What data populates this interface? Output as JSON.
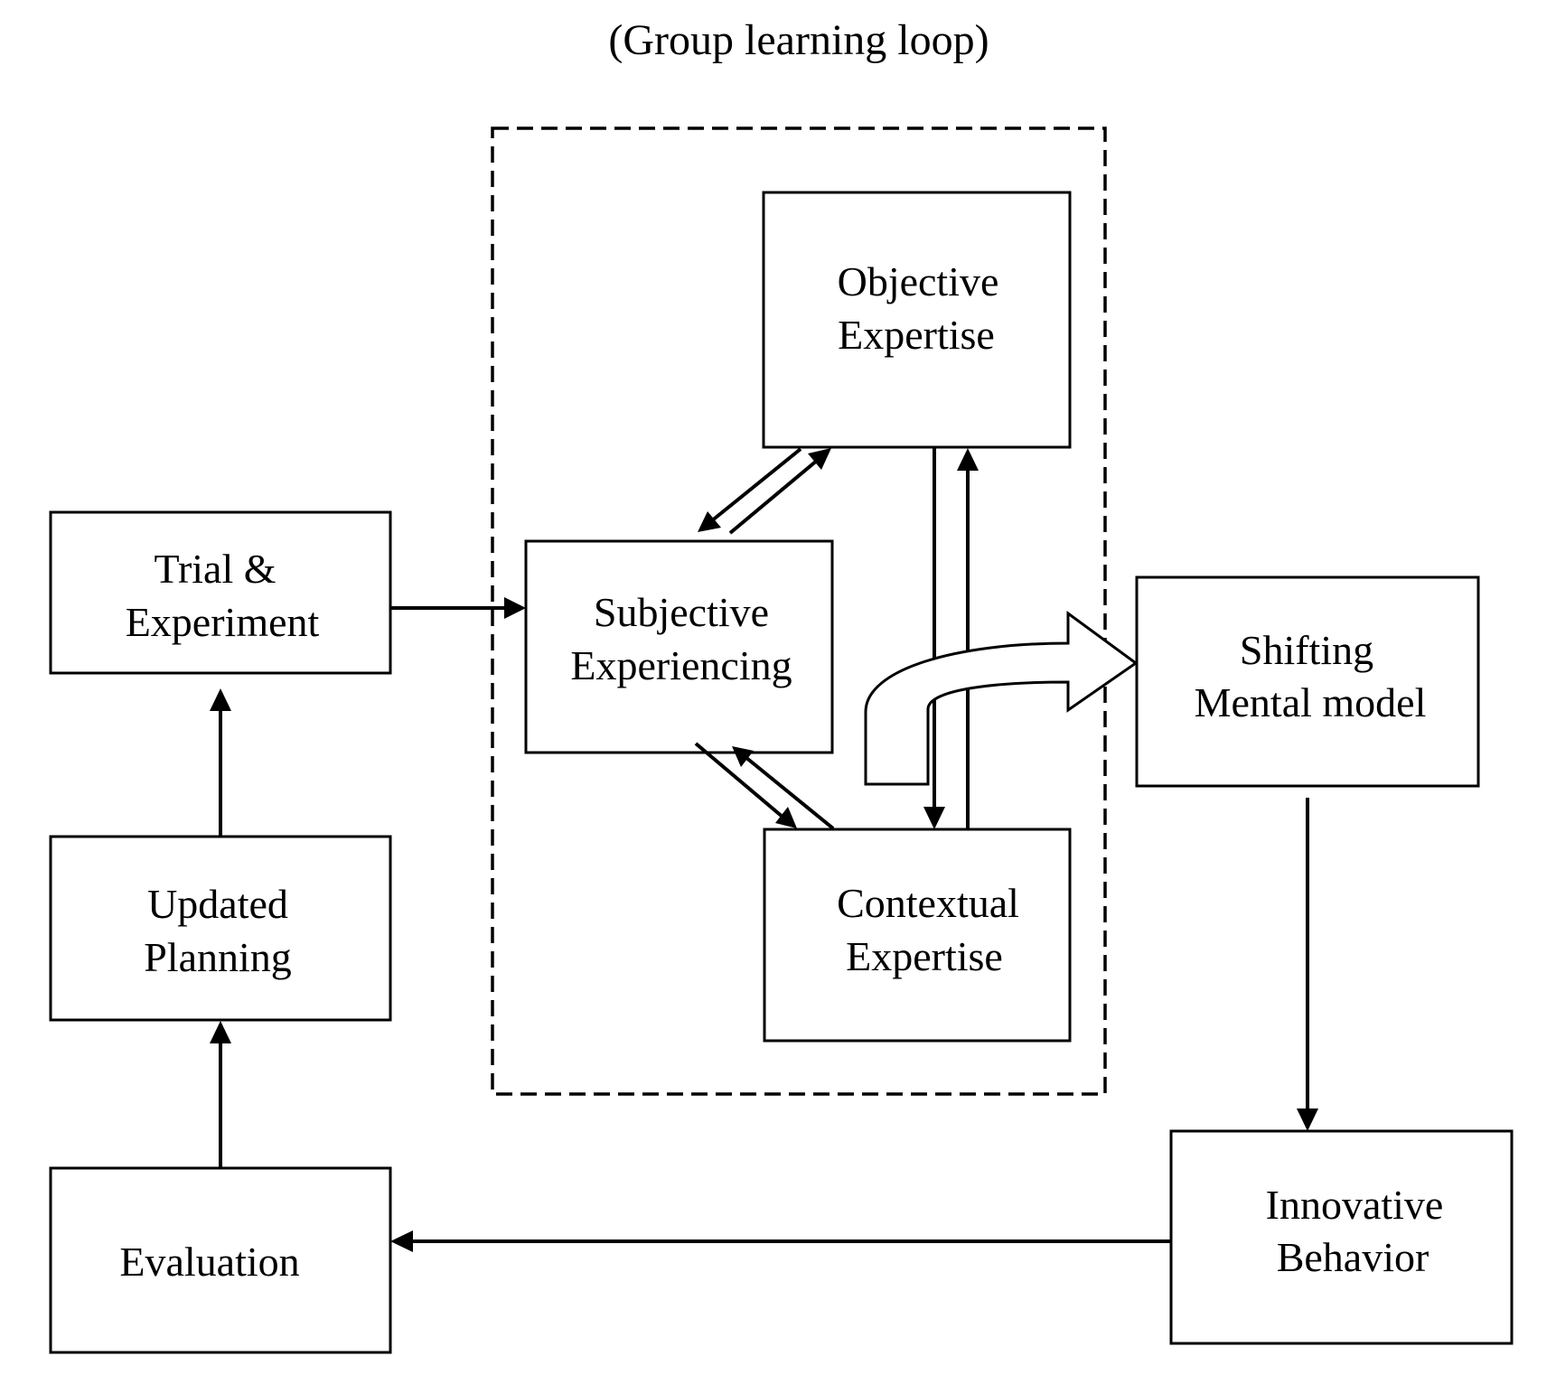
{
  "title": "(Group learning loop)",
  "nodes": {
    "trial": {
      "line1": "Trial &",
      "line2": "Experiment"
    },
    "updated": {
      "line1": "Updated",
      "line2": "Planning"
    },
    "evaluation": {
      "line1": "Evaluation"
    },
    "subjective": {
      "line1": "Subjective",
      "line2": "Experiencing"
    },
    "objective": {
      "line1": "Objective",
      "line2": "Expertise"
    },
    "contextual": {
      "line1": "Contextual",
      "line2": "Expertise"
    },
    "shifting": {
      "line1": "Shifting",
      "line2": "Mental model"
    },
    "innovative": {
      "line1": "Innovative",
      "line2": "Behavior"
    }
  },
  "edges": [
    {
      "from": "trial",
      "to": "subjective"
    },
    {
      "from": "subjective",
      "to": "objective"
    },
    {
      "from": "objective",
      "to": "subjective"
    },
    {
      "from": "subjective",
      "to": "contextual"
    },
    {
      "from": "contextual",
      "to": "subjective"
    },
    {
      "from": "objective",
      "to": "contextual"
    },
    {
      "from": "contextual",
      "to": "objective"
    },
    {
      "from": "group-learning-loop",
      "to": "shifting"
    },
    {
      "from": "shifting",
      "to": "innovative"
    },
    {
      "from": "innovative",
      "to": "evaluation"
    },
    {
      "from": "evaluation",
      "to": "updated"
    },
    {
      "from": "updated",
      "to": "trial"
    }
  ]
}
